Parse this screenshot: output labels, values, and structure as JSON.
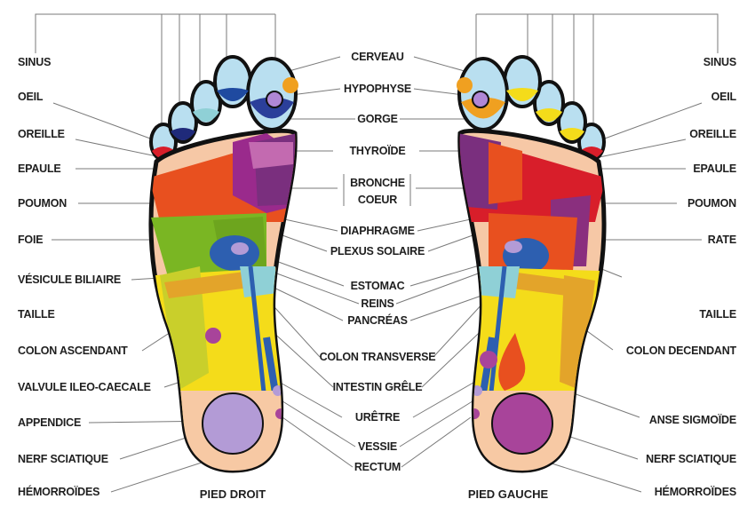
{
  "labels_left": [
    "SINUS",
    "OEIL",
    "OREILLE",
    "EPAULE",
    "POUMON",
    "FOIE",
    "VÉSICULE BILIAIRE",
    "TAILLE",
    "COLON ASCENDANT",
    "VALVULE ILEO-CAECALE",
    "APPENDICE",
    "NERF SCIATIQUE",
    "HÉMORROÏDES"
  ],
  "labels_right": [
    "SINUS",
    "OEIL",
    "OREILLE",
    "EPAULE",
    "POUMON",
    "RATE",
    "TAILLE",
    "COLON DECENDANT",
    "ANSE SIGMOÏDE",
    "NERF SCIATIQUE",
    "HÉMORROÏDES"
  ],
  "labels_center": [
    "CERVEAU",
    "HYPOPHYSE",
    "GORGE",
    "THYROÏDE",
    "BRONCHE",
    "COEUR",
    "DIAPHRAGME",
    "PLEXUS SOLAIRE",
    "ESTOMAC",
    "REINS",
    "PANCRÉAS",
    "COLON TRANSVERSE",
    "INTESTIN GRÊLE",
    "URÊTRE",
    "VESSIE",
    "RECTUM"
  ],
  "captions": {
    "right_foot": "PIED DROIT",
    "left_foot": "PIED GAUCHE"
  },
  "colors": {
    "outline": "#111111",
    "skin": "#f6c8a6",
    "heel": "#f7c9a4",
    "lungs": "#e8501f",
    "liver": "#7ab623",
    "intestine": "#f4dc1a",
    "colon": "#e3a42a",
    "sinus": "#b9dff0",
    "heart": "#7a2f7e",
    "kidney": "#2d5fb0",
    "bladder": "#b39bd6",
    "sigmoid": "#a8449a",
    "spleen": "#d81e2a",
    "lines": "#777777"
  }
}
